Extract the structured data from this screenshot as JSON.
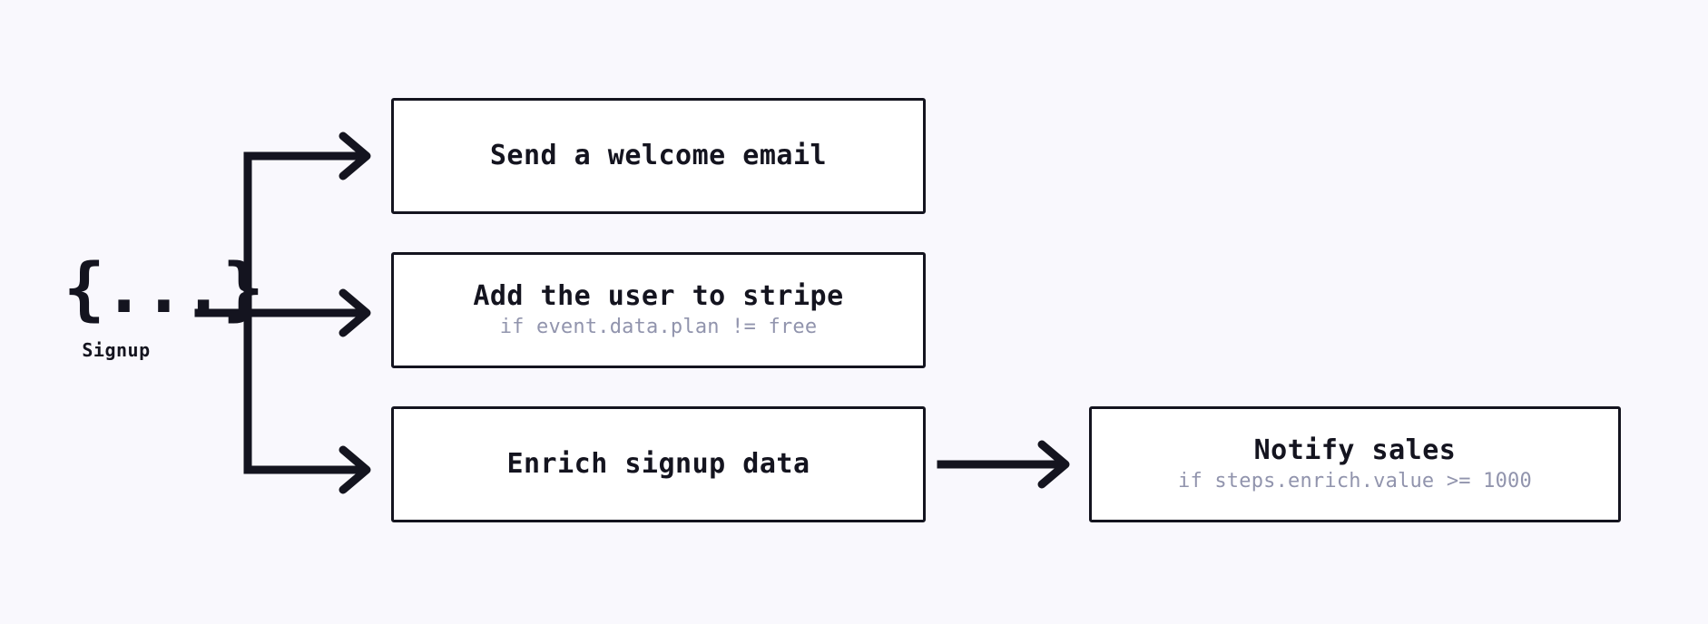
{
  "canvas": {
    "background_color": "#f9f8fd",
    "stroke_color": "#14141f",
    "box_fill_color": "#ffffff",
    "condition_text_color": "#9194ad"
  },
  "trigger": {
    "glyph": "{...}",
    "glyph_icon_name": "json-braces-icon",
    "label": "Signup"
  },
  "steps": [
    {
      "id": "welcome",
      "title": "Send a welcome email",
      "condition": ""
    },
    {
      "id": "stripe",
      "title": "Add the user to stripe",
      "condition": "if event.data.plan != free"
    },
    {
      "id": "enrich",
      "title": "Enrich signup data",
      "condition": ""
    },
    {
      "id": "notify",
      "title": "Notify sales",
      "condition": "if steps.enrich.value >= 1000"
    }
  ],
  "connectors": [
    {
      "id": "trigger-to-branch",
      "from": "trigger",
      "to": "branch-trunk"
    },
    {
      "id": "branch-to-welcome",
      "from": "branch-trunk",
      "to": "welcome"
    },
    {
      "id": "branch-to-stripe",
      "from": "branch-trunk",
      "to": "stripe"
    },
    {
      "id": "branch-to-enrich",
      "from": "branch-trunk",
      "to": "enrich"
    },
    {
      "id": "enrich-to-notify",
      "from": "enrich",
      "to": "notify"
    }
  ]
}
